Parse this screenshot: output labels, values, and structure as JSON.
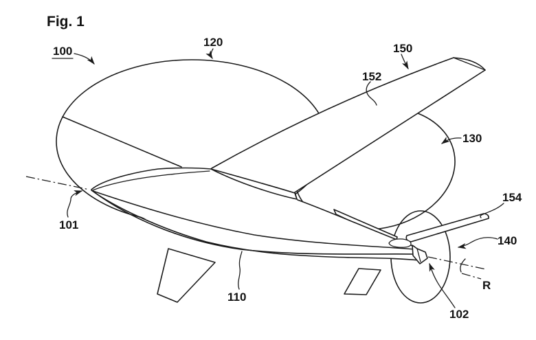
{
  "figure": {
    "label": "Fig. 1"
  },
  "reference_numerals": {
    "aircraft_overall": "100",
    "front_end": "101",
    "rear_end": "102",
    "fuselage": "110",
    "front_rotor_disc": "120",
    "rear_rotor_disc": "130",
    "tail_propeller": "140",
    "wing": "150",
    "wing_surface": "152",
    "tail_plane": "154",
    "roll_axis": "R"
  },
  "colors": {
    "line": "#1a1a1a",
    "background": "#ffffff"
  }
}
